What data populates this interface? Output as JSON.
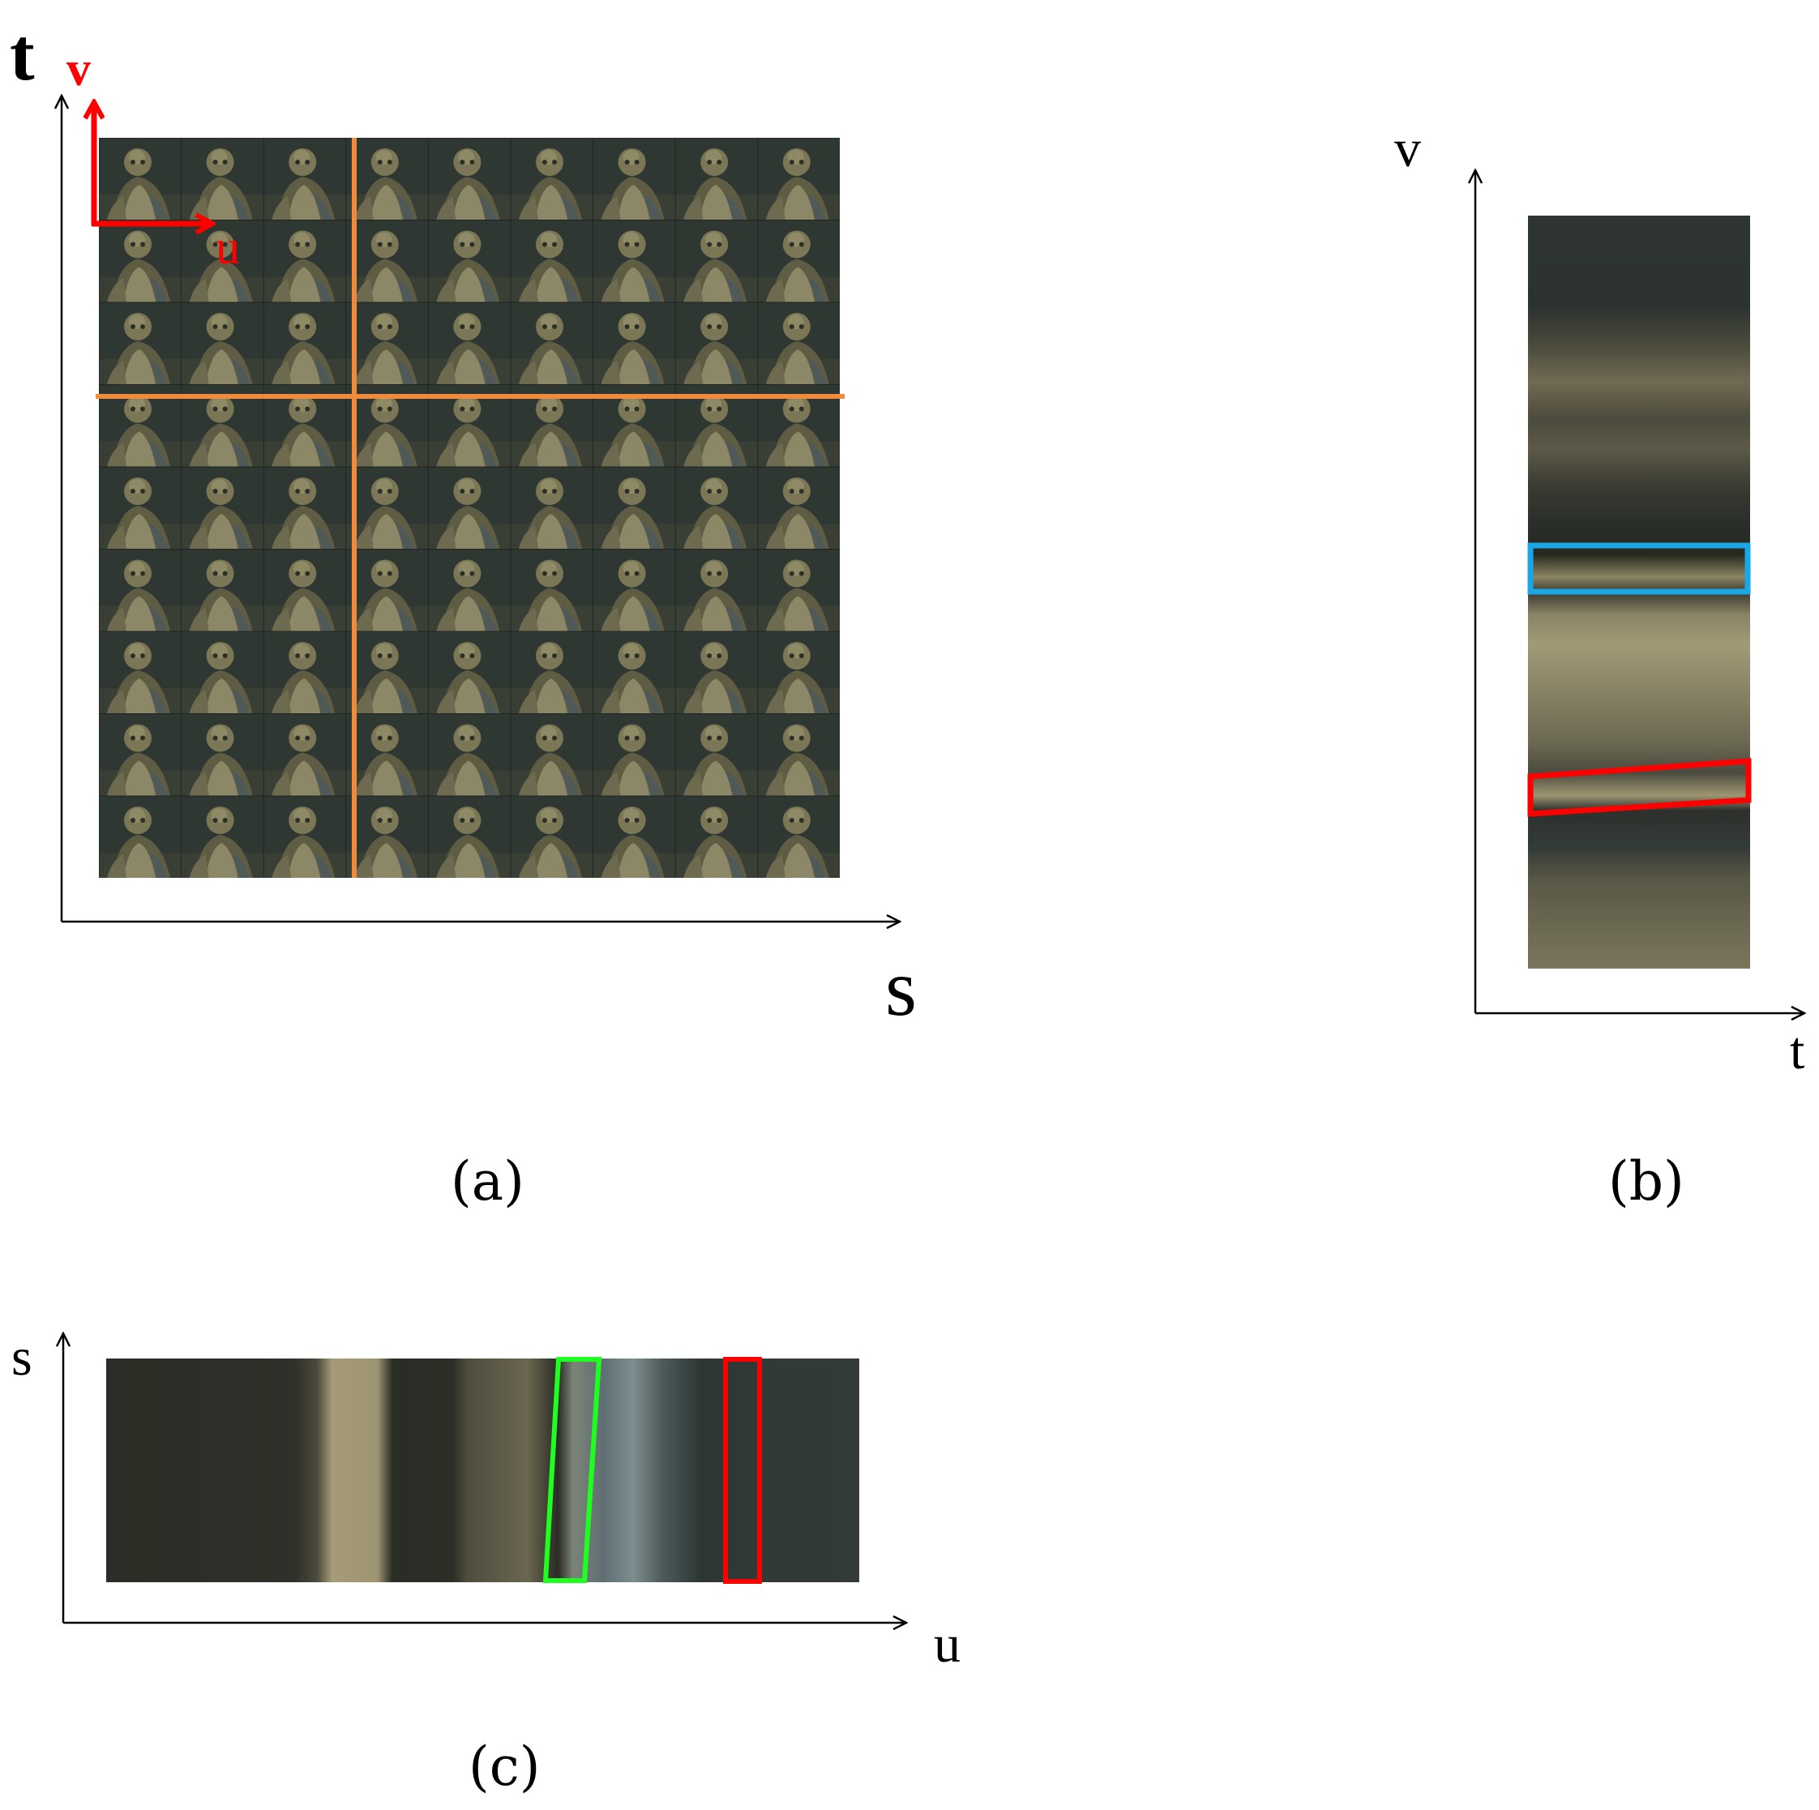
{
  "colors": {
    "axis": "#000000",
    "red": "#ff0000",
    "orange": "#f08a3c",
    "blue": "#1ba6e6",
    "green": "#1fff1f",
    "thumb_bg": "#2f3732",
    "thumb_fg": "#7f7a5a"
  },
  "panel_a": {
    "axis_t": "t",
    "axis_s": "s",
    "label_v": "v",
    "label_u": "u",
    "caption": "(a)",
    "grid_rows": 9,
    "grid_cols": 9,
    "highlight_row": 3,
    "highlight_col": 3
  },
  "panel_b": {
    "axis_v": "v",
    "axis_t": "t",
    "caption": "(b)"
  },
  "panel_c": {
    "axis_s": "s",
    "axis_u": "u",
    "caption": "(c)"
  }
}
